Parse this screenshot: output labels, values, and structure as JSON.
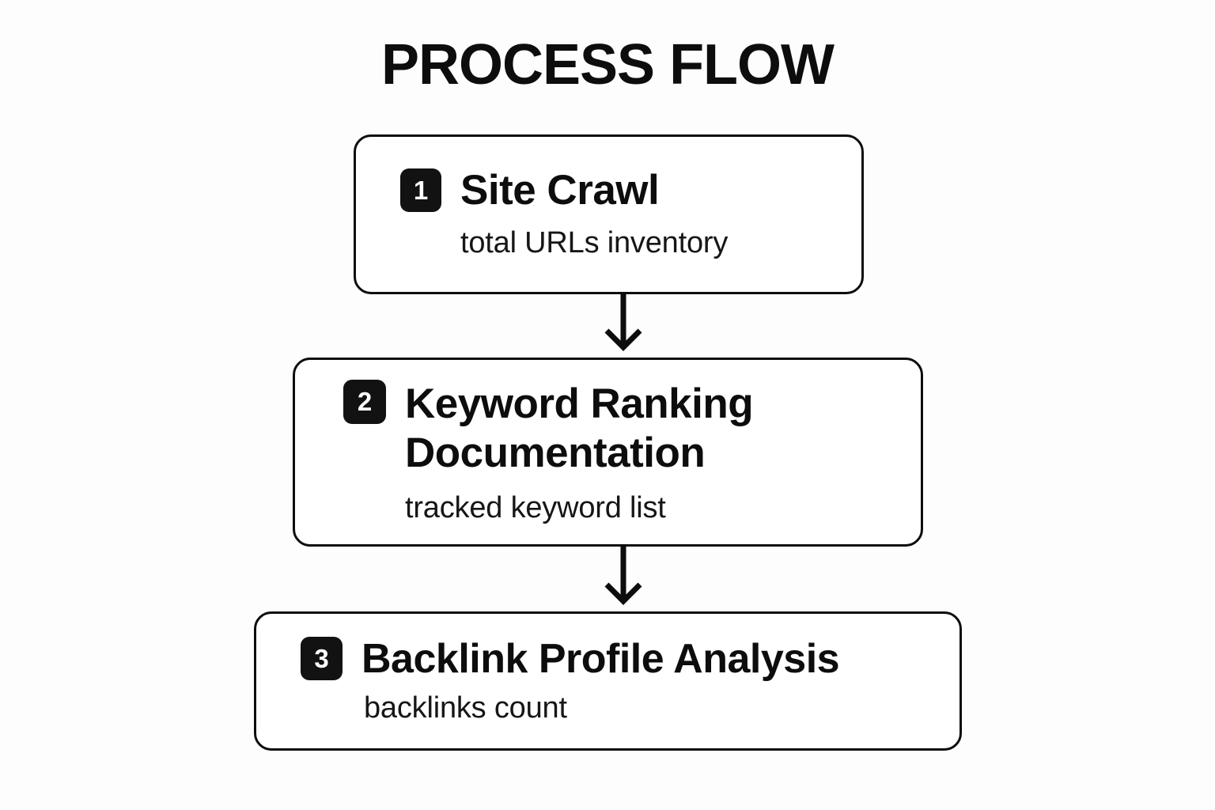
{
  "title": "PROCESS FLOW",
  "theme": {
    "background": "#fdfdfd",
    "box_fill": "#ffffff",
    "stroke": "#0d0d0d",
    "badge_fill": "#121212",
    "badge_text": "#ffffff"
  },
  "steps": [
    {
      "number": "1",
      "title": "Site Crawl",
      "subtitle": "total URLs inventory"
    },
    {
      "number": "2",
      "title": "Keyword Ranking Documentation",
      "subtitle": "tracked keyword list"
    },
    {
      "number": "3",
      "title": "Backlink Profile Analysis",
      "subtitle": "backlinks count"
    }
  ],
  "connectors": [
    {
      "from": "1",
      "to": "2",
      "direction": "down"
    },
    {
      "from": "2",
      "to": "3",
      "direction": "down"
    }
  ]
}
